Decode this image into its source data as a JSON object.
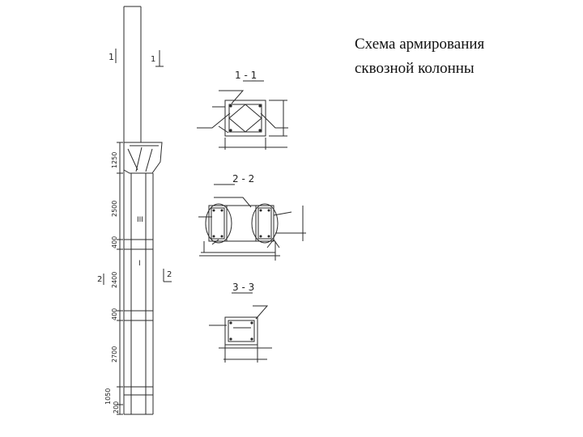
{
  "slide": {
    "title_line1": "Схема армирования",
    "title_line2": "сквозной колонны"
  },
  "column": {
    "section_marks": [
      "1",
      "1",
      "2",
      "2"
    ],
    "dimensions": [
      "1250",
      "2500",
      "400",
      "2400",
      "400",
      "2700",
      "1050",
      "200"
    ],
    "part_labels": [
      "III",
      "I"
    ]
  },
  "sections": [
    {
      "label": "1 - 1"
    },
    {
      "label": "2 - 2"
    },
    {
      "label": "3 - 3"
    }
  ],
  "colors": {
    "line": "#2a2a2a",
    "background": "#ffffff",
    "text": "#111111"
  }
}
